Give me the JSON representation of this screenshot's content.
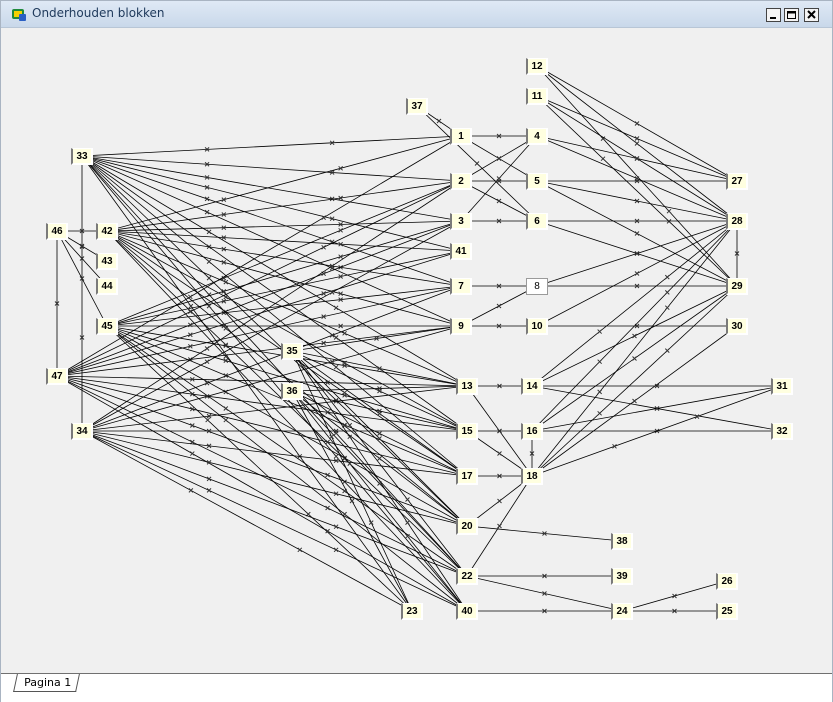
{
  "window": {
    "title": "Onderhouden blokken"
  },
  "tabs": [
    {
      "label": "Pagina 1"
    }
  ],
  "nodes": [
    {
      "id": "1",
      "style": "box"
    },
    {
      "id": "2",
      "style": "box"
    },
    {
      "id": "3",
      "style": "box"
    },
    {
      "id": "4",
      "style": "box"
    },
    {
      "id": "5",
      "style": "box"
    },
    {
      "id": "6",
      "style": "box"
    },
    {
      "id": "7",
      "style": "box"
    },
    {
      "id": "8",
      "style": "outlined"
    },
    {
      "id": "9",
      "style": "box"
    },
    {
      "id": "10",
      "style": "box"
    },
    {
      "id": "11",
      "style": "box"
    },
    {
      "id": "12",
      "style": "box"
    },
    {
      "id": "13",
      "style": "box"
    },
    {
      "id": "14",
      "style": "box"
    },
    {
      "id": "15",
      "style": "box"
    },
    {
      "id": "16",
      "style": "box"
    },
    {
      "id": "17",
      "style": "box"
    },
    {
      "id": "18",
      "style": "box"
    },
    {
      "id": "20",
      "style": "box"
    },
    {
      "id": "22",
      "style": "box"
    },
    {
      "id": "23",
      "style": "box"
    },
    {
      "id": "24",
      "style": "box"
    },
    {
      "id": "25",
      "style": "box"
    },
    {
      "id": "26",
      "style": "box"
    },
    {
      "id": "27",
      "style": "box"
    },
    {
      "id": "28",
      "style": "box"
    },
    {
      "id": "29",
      "style": "box"
    },
    {
      "id": "30",
      "style": "box"
    },
    {
      "id": "31",
      "style": "box"
    },
    {
      "id": "32",
      "style": "box"
    },
    {
      "id": "33",
      "style": "box"
    },
    {
      "id": "34",
      "style": "box"
    },
    {
      "id": "35",
      "style": "box"
    },
    {
      "id": "36",
      "style": "box"
    },
    {
      "id": "37",
      "style": "box"
    },
    {
      "id": "38",
      "style": "box"
    },
    {
      "id": "39",
      "style": "box"
    },
    {
      "id": "40",
      "style": "box"
    },
    {
      "id": "41",
      "style": "box"
    },
    {
      "id": "42",
      "style": "box"
    },
    {
      "id": "43",
      "style": "box"
    },
    {
      "id": "44",
      "style": "box"
    },
    {
      "id": "45",
      "style": "box"
    },
    {
      "id": "46",
      "style": "box"
    },
    {
      "id": "47",
      "style": "box"
    }
  ],
  "edges": [
    [
      "33",
      "1"
    ],
    [
      "33",
      "2"
    ],
    [
      "33",
      "3"
    ],
    [
      "33",
      "41"
    ],
    [
      "33",
      "7"
    ],
    [
      "33",
      "9"
    ],
    [
      "33",
      "13"
    ],
    [
      "33",
      "15"
    ],
    [
      "33",
      "17"
    ],
    [
      "33",
      "20"
    ],
    [
      "33",
      "22"
    ],
    [
      "33",
      "23"
    ],
    [
      "33",
      "40"
    ],
    [
      "33",
      "34"
    ],
    [
      "42",
      "1"
    ],
    [
      "42",
      "2"
    ],
    [
      "42",
      "3"
    ],
    [
      "42",
      "41"
    ],
    [
      "42",
      "7"
    ],
    [
      "42",
      "9"
    ],
    [
      "42",
      "13"
    ],
    [
      "42",
      "15"
    ],
    [
      "42",
      "17"
    ],
    [
      "42",
      "20"
    ],
    [
      "42",
      "22"
    ],
    [
      "42",
      "40"
    ],
    [
      "45",
      "2"
    ],
    [
      "45",
      "3"
    ],
    [
      "45",
      "41"
    ],
    [
      "45",
      "7"
    ],
    [
      "45",
      "9"
    ],
    [
      "45",
      "13"
    ],
    [
      "45",
      "15"
    ],
    [
      "45",
      "17"
    ],
    [
      "45",
      "20"
    ],
    [
      "45",
      "22"
    ],
    [
      "45",
      "23"
    ],
    [
      "45",
      "40"
    ],
    [
      "47",
      "1"
    ],
    [
      "47",
      "2"
    ],
    [
      "47",
      "3"
    ],
    [
      "47",
      "41"
    ],
    [
      "47",
      "7"
    ],
    [
      "47",
      "9"
    ],
    [
      "47",
      "13"
    ],
    [
      "47",
      "15"
    ],
    [
      "47",
      "17"
    ],
    [
      "47",
      "20"
    ],
    [
      "47",
      "22"
    ],
    [
      "47",
      "40"
    ],
    [
      "34",
      "2"
    ],
    [
      "34",
      "3"
    ],
    [
      "34",
      "7"
    ],
    [
      "34",
      "9"
    ],
    [
      "34",
      "13"
    ],
    [
      "34",
      "15"
    ],
    [
      "34",
      "17"
    ],
    [
      "34",
      "20"
    ],
    [
      "34",
      "22"
    ],
    [
      "34",
      "23"
    ],
    [
      "34",
      "40"
    ],
    [
      "35",
      "9"
    ],
    [
      "35",
      "13"
    ],
    [
      "35",
      "15"
    ],
    [
      "35",
      "17"
    ],
    [
      "35",
      "20"
    ],
    [
      "35",
      "22"
    ],
    [
      "35",
      "23"
    ],
    [
      "35",
      "40"
    ],
    [
      "36",
      "13"
    ],
    [
      "36",
      "15"
    ],
    [
      "36",
      "17"
    ],
    [
      "36",
      "20"
    ],
    [
      "36",
      "22"
    ],
    [
      "36",
      "23"
    ],
    [
      "36",
      "40"
    ],
    [
      "46",
      "42"
    ],
    [
      "46",
      "43"
    ],
    [
      "46",
      "44"
    ],
    [
      "46",
      "45"
    ],
    [
      "46",
      "47"
    ],
    [
      "37",
      "1"
    ],
    [
      "37",
      "6"
    ],
    [
      "1",
      "4"
    ],
    [
      "1",
      "5"
    ],
    [
      "2",
      "4"
    ],
    [
      "2",
      "5"
    ],
    [
      "2",
      "6"
    ],
    [
      "3",
      "4"
    ],
    [
      "3",
      "6"
    ],
    [
      "7",
      "8"
    ],
    [
      "9",
      "8"
    ],
    [
      "9",
      "10"
    ],
    [
      "13",
      "14"
    ],
    [
      "13",
      "18"
    ],
    [
      "15",
      "16"
    ],
    [
      "15",
      "18"
    ],
    [
      "17",
      "18"
    ],
    [
      "16",
      "18"
    ],
    [
      "20",
      "18"
    ],
    [
      "22",
      "18"
    ],
    [
      "20",
      "38"
    ],
    [
      "22",
      "39"
    ],
    [
      "22",
      "24"
    ],
    [
      "40",
      "24"
    ],
    [
      "24",
      "26"
    ],
    [
      "24",
      "25"
    ],
    [
      "12",
      "27"
    ],
    [
      "12",
      "28"
    ],
    [
      "12",
      "29"
    ],
    [
      "11",
      "27"
    ],
    [
      "11",
      "28"
    ],
    [
      "11",
      "29"
    ],
    [
      "4",
      "27"
    ],
    [
      "4",
      "28"
    ],
    [
      "5",
      "27"
    ],
    [
      "5",
      "28"
    ],
    [
      "5",
      "29"
    ],
    [
      "6",
      "28"
    ],
    [
      "6",
      "29"
    ],
    [
      "8",
      "28"
    ],
    [
      "8",
      "29"
    ],
    [
      "10",
      "28"
    ],
    [
      "10",
      "30"
    ],
    [
      "28",
      "29"
    ],
    [
      "14",
      "28"
    ],
    [
      "14",
      "29"
    ],
    [
      "14",
      "32"
    ],
    [
      "14",
      "31"
    ],
    [
      "16",
      "28"
    ],
    [
      "16",
      "29"
    ],
    [
      "16",
      "31"
    ],
    [
      "16",
      "32"
    ],
    [
      "18",
      "28"
    ],
    [
      "18",
      "29"
    ],
    [
      "18",
      "30"
    ],
    [
      "18",
      "31"
    ]
  ]
}
